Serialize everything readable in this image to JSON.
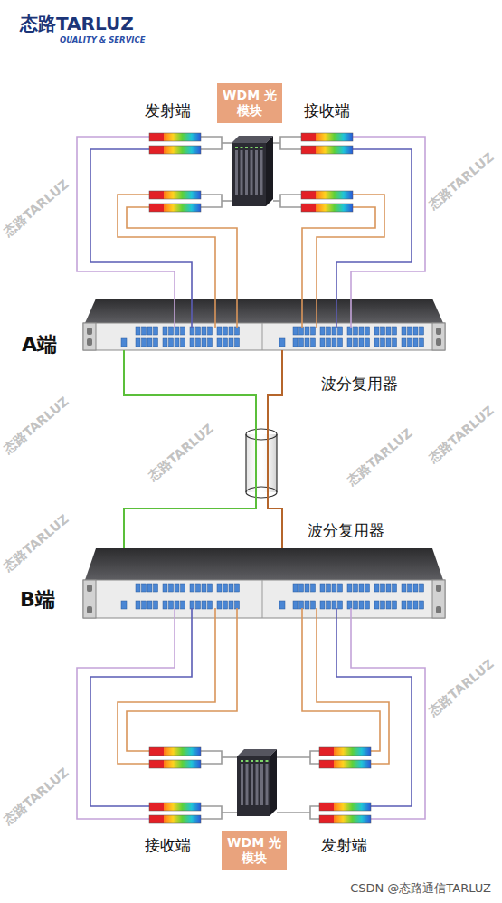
{
  "diagram": {
    "nodes": [
      {
        "text": [
          "WDM 光模块"
        ]
      },
      {
        "text": [
          "A端",
          "波分复用器"
        ]
      },
      {
        "text": [
          "B端",
          "波分复用器"
        ]
      },
      {
        "text": [
          "WDM 光模块"
        ]
      }
    ],
    "edges": [
      {
        "from": 1,
        "to": 2,
        "arrow": "none"
      },
      {
        "from": 1,
        "to": 2,
        "arrow": "none"
      }
    ],
    "labels": [
      "态路TARLUZ",
      "QUALITY & SERVICE",
      "发射端",
      "接收端",
      "态路TARLUZ",
      "态路TARLUZ",
      "态路TARLUZ",
      "态路TARLUZ",
      "态路TARLUZ",
      "态路TARLUZ",
      "态路TARLUZ",
      "态路TARLUZ",
      "态路TARLUZ",
      "接收端",
      "发射端",
      "CSDN @态路通信TARLUZ"
    ]
  }
}
